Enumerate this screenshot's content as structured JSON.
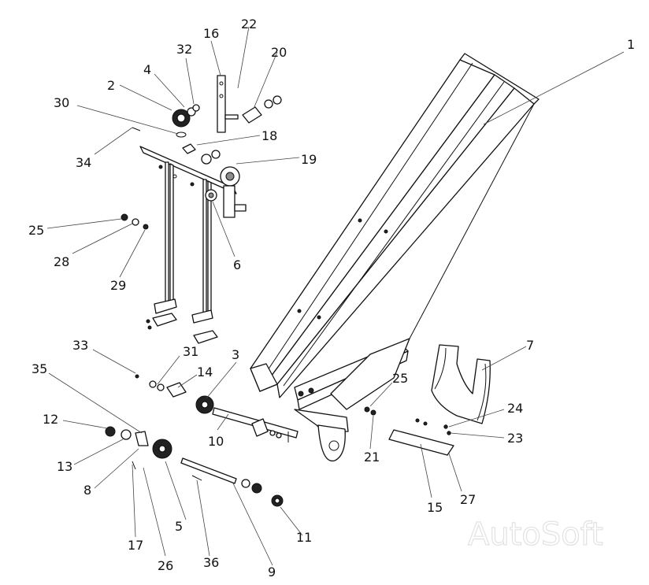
{
  "watermark": "AutoSoft",
  "callouts": [
    "1",
    "2",
    "3",
    "4",
    "5",
    "6",
    "7",
    "8",
    "9",
    "10",
    "11",
    "12",
    "13",
    "14",
    "15",
    "16",
    "17",
    "18",
    "19",
    "20",
    "21",
    "22",
    "23",
    "24",
    "25",
    "25",
    "26",
    "27",
    "28",
    "29",
    "30",
    "31",
    "32",
    "33",
    "34",
    "35",
    "36"
  ],
  "colors": {
    "ink": "#111111",
    "paper": "#ffffff",
    "watermark": "#e2e2e2"
  }
}
